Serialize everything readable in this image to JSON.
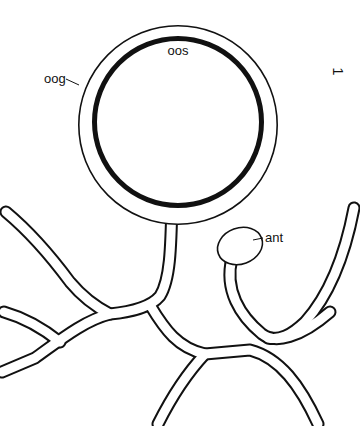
{
  "diagram": {
    "nodes": [
      {
        "text": [
          "oog"
        ]
      },
      {
        "text": [
          "oos"
        ],
        "in": 0
      }
    ],
    "labels": [
      "ant",
      "1"
    ]
  }
}
